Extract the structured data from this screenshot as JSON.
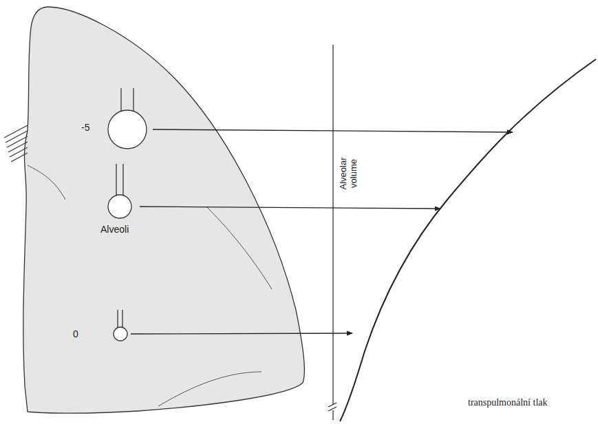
{
  "diagram": {
    "labels": [
      "-5",
      "Alveoli",
      "0",
      "Alveolar volume",
      "transpulmonální tlak"
    ]
  }
}
